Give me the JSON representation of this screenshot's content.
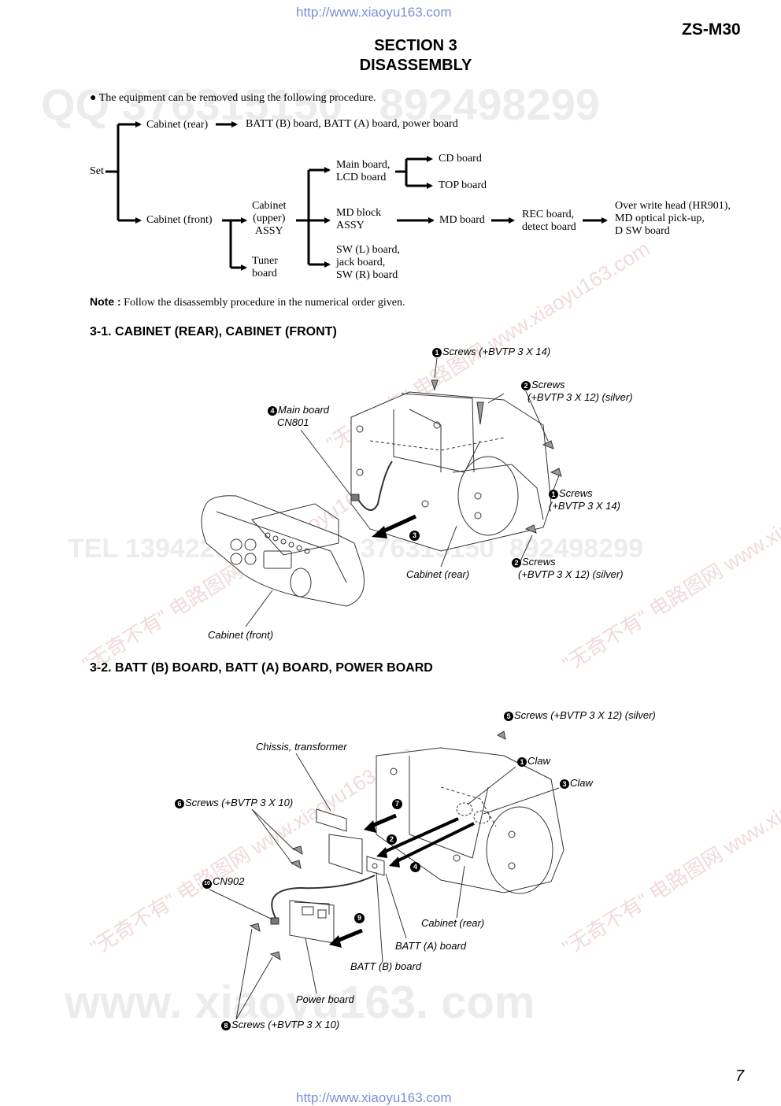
{
  "header": {
    "url_top": "http://www.xiaoyu163.com",
    "model": "ZS-M30",
    "section": "SECTION 3",
    "section_title": "DISASSEMBLY"
  },
  "intro": "The equipment can be removed using the following procedure.",
  "flow": {
    "set": "Set",
    "cabinet_rear": "Cabinet (rear)",
    "rear_boards": "BATT (B) board, BATT (A) board, power board",
    "cabinet_front": "Cabinet (front)",
    "cabinet_upper_1": "Cabinet",
    "cabinet_upper_2": "(upper)",
    "cabinet_upper_3": "ASSY",
    "tuner_1": "Tuner",
    "tuner_2": "board",
    "main_1": "Main board,",
    "main_2": "LCD board",
    "cd": "CD board",
    "top": "TOP board",
    "md_block_1": "MD block",
    "md_block_2": "ASSY",
    "md_board": "MD board",
    "rec_1": "REC board,",
    "rec_2": "detect board",
    "head_1": "Over write head (HR901),",
    "head_2": "MD optical pick-up,",
    "head_3": "D SW board",
    "sw_1": "SW (L) board,",
    "sw_2": "jack board,",
    "sw_3": "SW (R) board"
  },
  "note": {
    "label": "Note :",
    "text": "Follow the disassembly procedure in the numerical order given."
  },
  "section1": {
    "title": "3-1. CABINET (REAR), CABINET (FRONT)",
    "labels": {
      "screws_top_n": "1",
      "screws_top": "Screws (+BVTP 3 X 14)",
      "screws_silver_n": "2",
      "screws_silver_1": "Screws",
      "screws_silver_2": "(+BVTP 3 X 12) (silver)",
      "main_cn_n": "4",
      "main_cn_1": "Main board",
      "main_cn_2": "CN801",
      "screws_mid_n": "1",
      "screws_mid_1": "Screws",
      "screws_mid_2": "(+BVTP 3 X 14)",
      "step3": "3",
      "screws_low_n": "2",
      "screws_low_1": "Screws",
      "screws_low_2": "(+BVTP 3 X 12) (silver)",
      "cab_rear": "Cabinet (rear)",
      "cab_front": "Cabinet (front)"
    }
  },
  "section2": {
    "title": "3-2. BATT (B) BOARD, BATT (A) BOARD, POWER BOARD",
    "labels": {
      "s5_n": "5",
      "s5": "Screws (+BVTP 3 X 12) (silver)",
      "chassis": "Chissis, transformer",
      "claw1_n": "1",
      "claw1": "Claw",
      "claw3_n": "3",
      "claw3": "Claw",
      "s6_n": "6",
      "s6": "Screws (+BVTP 3 X 10)",
      "step7": "7",
      "step2": "2",
      "step4": "4",
      "cn902_n": "10",
      "cn902": "CN902",
      "step9": "9",
      "cab_rear": "Cabinet (rear)",
      "batt_a": "BATT (A) board",
      "batt_b": "BATT (B) board",
      "power": "Power board",
      "s8_n": "8",
      "s8": "Screws (+BVTP 3 X 10)"
    }
  },
  "footer": {
    "page": "7",
    "url_bottom": "http://www.xiaoyu163.com"
  }
}
